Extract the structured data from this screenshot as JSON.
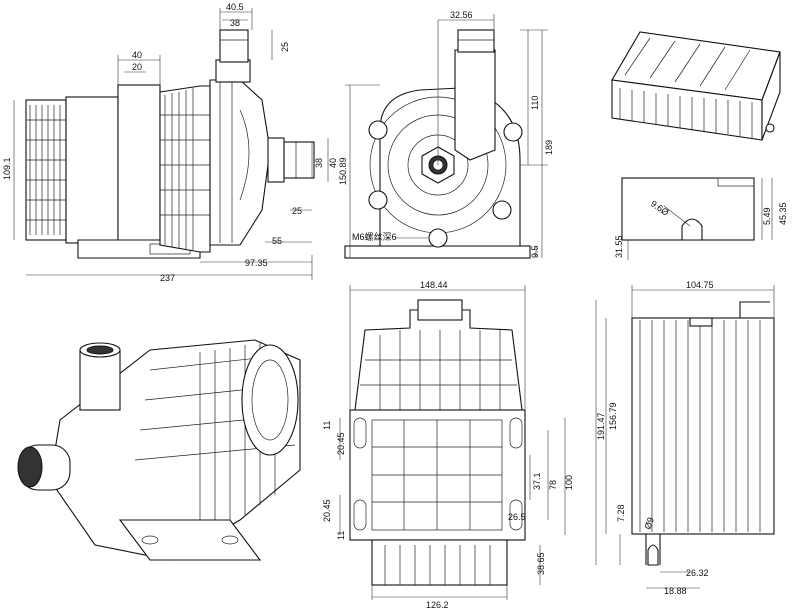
{
  "drawing": {
    "side_view": {
      "dims": {
        "d40_5": "40.5",
        "d38": "38",
        "d25_top": "25",
        "d40": "40",
        "d20": "20",
        "d109_1": "109.1",
        "d38_right": "38",
        "d40_right": "40",
        "d25_bottom": "25",
        "d55": "55",
        "d97_35": "97.35",
        "d237": "237"
      }
    },
    "front_view": {
      "dims": {
        "d32_56": "32.56",
        "d110": "110",
        "d189": "189",
        "d150_89": "150.89",
        "d9_5": "9.5",
        "thread_note": "M6螺丝深6"
      }
    },
    "bottom_view": {
      "dims": {
        "d148_44": "148.44",
        "d11_top": "11",
        "d20_45_top": "20.45",
        "d20_45_bottom": "20.45",
        "d11_bottom": "11",
        "d37_1": "37.1",
        "d78": "78",
        "d100": "100",
        "d26_5": "26.5",
        "d38_65": "38.65",
        "d126_2": "126.2"
      }
    },
    "controller_side": {
      "dims": {
        "d96_phi": "9.6Ø",
        "d5_49": "5.49",
        "d45_35": "45.35",
        "d31_55": "31.55"
      }
    },
    "controller_top": {
      "dims": {
        "d104_75": "104.75",
        "d156_79": "156.79",
        "d191_47": "191.47",
        "d7_28": "7.28",
        "d9_phi": "Ø9",
        "d26_32": "26.32",
        "d18_88": "18.88"
      }
    }
  }
}
